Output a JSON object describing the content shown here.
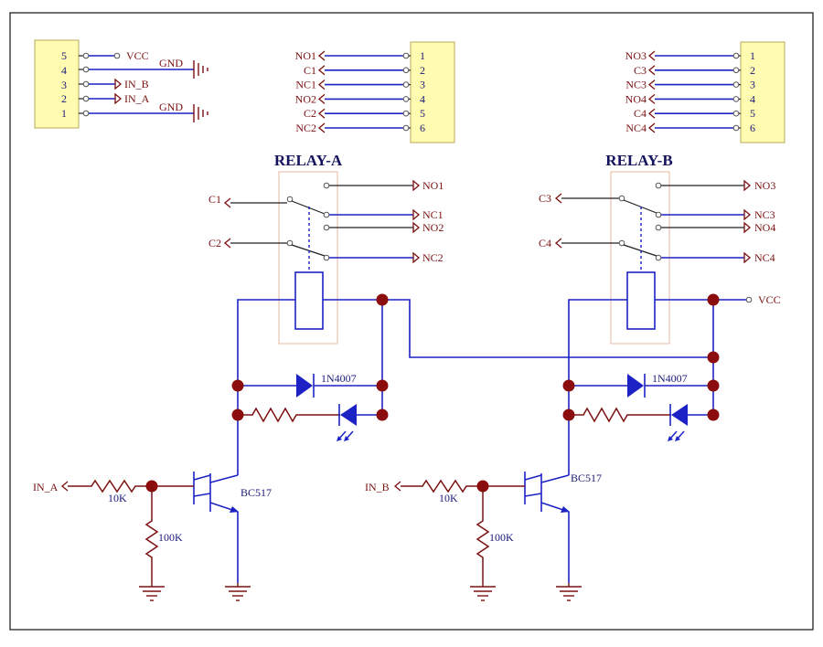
{
  "connector_left": {
    "pins": [
      "5",
      "4",
      "3",
      "2",
      "1"
    ],
    "nets": {
      "vcc": "VCC",
      "gnd_top": "GND",
      "in_b": "IN_B",
      "in_a": "IN_A",
      "gnd_bottom": "GND"
    }
  },
  "connector_mid": {
    "pins": [
      "1",
      "2",
      "3",
      "4",
      "5",
      "6"
    ],
    "nets": [
      "NO1",
      "C1",
      "NC1",
      "NO2",
      "C2",
      "NC2"
    ]
  },
  "connector_right": {
    "pins": [
      "1",
      "2",
      "3",
      "4",
      "5",
      "6"
    ],
    "nets": [
      "NO3",
      "C3",
      "NC3",
      "NO4",
      "C4",
      "NC4"
    ]
  },
  "relay_a": {
    "title": "RELAY-A",
    "common": [
      "C1",
      "C2"
    ],
    "contacts": [
      "NO1",
      "NC1",
      "NO2",
      "NC2"
    ],
    "diode": "1N4007",
    "transistor": "BC517",
    "input": "IN_A",
    "base_resistor": "10K",
    "pulldown": "100K"
  },
  "relay_b": {
    "title": "RELAY-B",
    "common": [
      "C3",
      "C4"
    ],
    "contacts": [
      "NO3",
      "NC3",
      "NO4",
      "NC4"
    ],
    "diode": "1N4007",
    "transistor": "BC517",
    "input": "IN_B",
    "base_resistor": "10K",
    "pulldown": "100K",
    "supply": "VCC"
  },
  "colors": {
    "wire": "#1c22c4",
    "net_label": "#7a1010",
    "junction": "#8b0d0d",
    "header_fill": "#fffbb0",
    "relay_outline": "#e6b7a3",
    "title": "#14145e"
  }
}
